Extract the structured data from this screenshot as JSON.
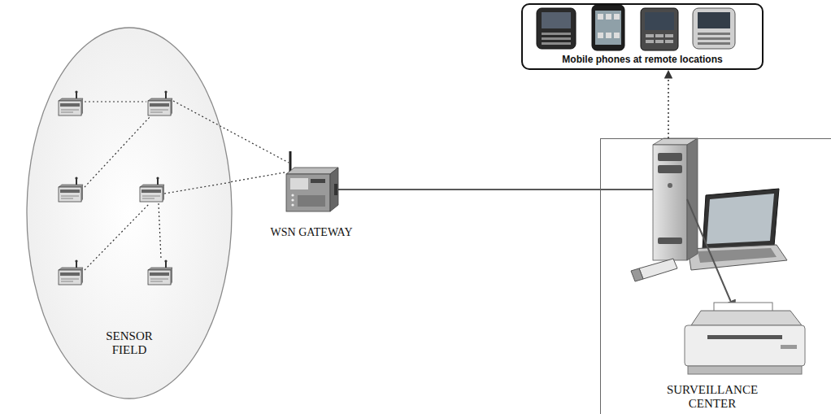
{
  "diagram": {
    "nodes": [
      {
        "text": [
          "SENSOR FIELD"
        ]
      },
      {
        "text": [
          "WSN GATEWAY"
        ]
      },
      {
        "text": [
          "Mobile phones at remote locations"
        ]
      },
      {
        "text": [
          "SURVEILLANCE CENTER"
        ]
      }
    ],
    "edges": [
      {
        "from": 0,
        "to": 1,
        "arrow": "none"
      },
      {
        "from": 1,
        "to": 3,
        "arrow": "none"
      },
      {
        "from": 3,
        "to": 2,
        "arrow": "to"
      }
    ]
  }
}
